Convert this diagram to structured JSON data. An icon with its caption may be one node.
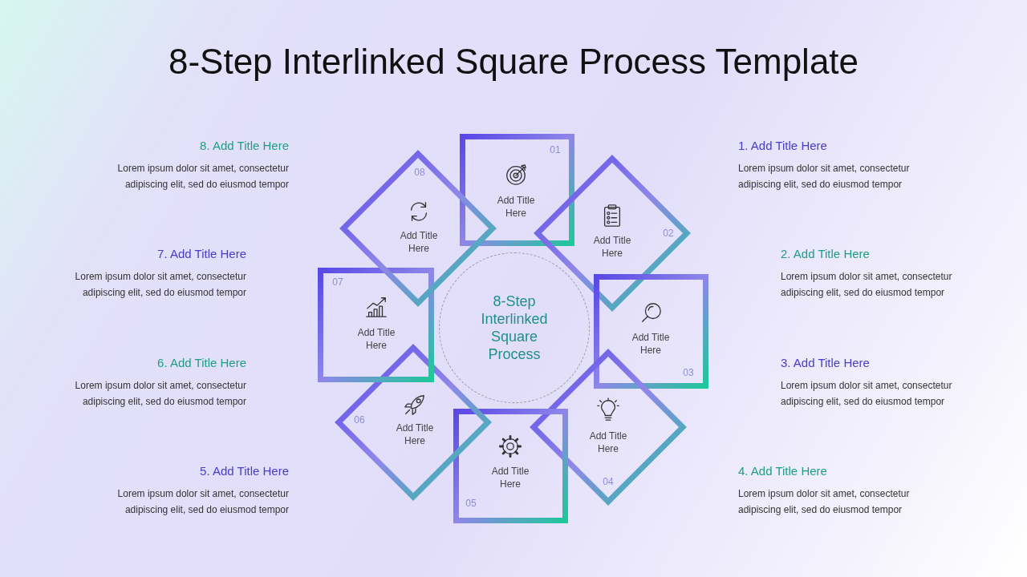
{
  "diagram": {
    "title": "8-Step Interlinked Square Process Template",
    "nodes": [
      {
        "text": [
          "01",
          "Add Title Here"
        ]
      },
      {
        "text": [
          "02",
          "Add Title Here"
        ]
      },
      {
        "text": [
          "Add Title Here",
          "03"
        ]
      },
      {
        "text": [
          "Add Title Here",
          "04"
        ]
      },
      {
        "text": [
          "Add Title Here",
          "05"
        ]
      },
      {
        "text": [
          "06",
          "Add Title Here"
        ]
      },
      {
        "text": [
          "07",
          "Add Title Here"
        ]
      },
      {
        "text": [
          "08",
          "Add Title Here"
        ]
      },
      {
        "text": [
          "8-Step Interlinked Square Process"
        ]
      }
    ],
    "edges": [],
    "labels": [
      "8. Add Title Here",
      "Lorem ipsum dolor sit amet, consectetur adipiscing elit, sed do eiusmod tempor",
      "1. Add Title Here",
      "Lorem ipsum dolor sit amet, consectetur adipiscing elit, sed do eiusmod tempor",
      "7. Add Title Here",
      "Lorem ipsum dolor sit amet, consectetur adipiscing elit, sed do eiusmod tempor",
      "2. Add Title Here",
      "Lorem ipsum dolor sit amet, consectetur adipiscing elit, sed do eiusmod tempor",
      "6. Add Title Here",
      "Lorem ipsum dolor sit amet, consectetur adipiscing elit, sed do eiusmod tempor",
      "3. Add Title Here",
      "Lorem ipsum dolor sit amet, consectetur adipiscing elit, sed do eiusmod tempor",
      "5. Add Title Here",
      "Lorem ipsum dolor sit amet, consectetur adipiscing elit, sed do eiusmod tempor",
      "4. Add Title Here",
      "Lorem ipsum dolor sit amet, consectetur adipiscing elit, sed do eiusmod tempor"
    ]
  }
}
